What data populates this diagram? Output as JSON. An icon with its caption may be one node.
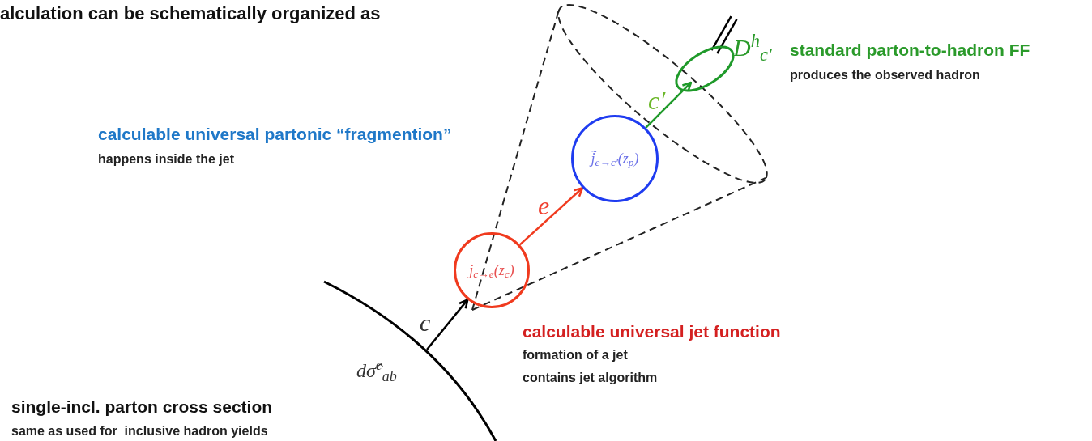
{
  "diagram": {
    "title": "alculation can be schematically organized as",
    "nodes": [
      {
        "text": [],
        "shape": "arc"
      },
      {
        "text": [
          "j$_{c→e}$(z$_{c}$)"
        ]
      },
      {
        "text": [
          "j̃$_{e→c′}$(z$_{p}$)"
        ]
      },
      {
        "text": [],
        "shape": "ellipse",
        "beside": [
          "D$^{h}$$_{c′}$"
        ]
      }
    ],
    "edges": [
      {
        "from": 0,
        "to": 1,
        "arrow": "to",
        "label": "c"
      },
      {
        "from": 1,
        "to": 2,
        "arrow": "to",
        "label": "e",
        "color": "#f03a1e"
      },
      {
        "from": 2,
        "to": 3,
        "arrow": "to",
        "label": "c′",
        "color": "#1f9a2a"
      },
      {
        "from": 3,
        "to": null,
        "arrow": "none"
      }
    ],
    "labels": [
      "dσ̂$^{c}$$_{ab}$",
      "calculable universal partonic “fragmention”",
      "happens inside the jet",
      "standard parton-to-hadron FF",
      "produces the observed hadron",
      "calculable universal jet function",
      "formation of a jet",
      "contains jet algorithm",
      "single-incl. parton cross section",
      "same as used for  inclusive hadron yields"
    ]
  }
}
